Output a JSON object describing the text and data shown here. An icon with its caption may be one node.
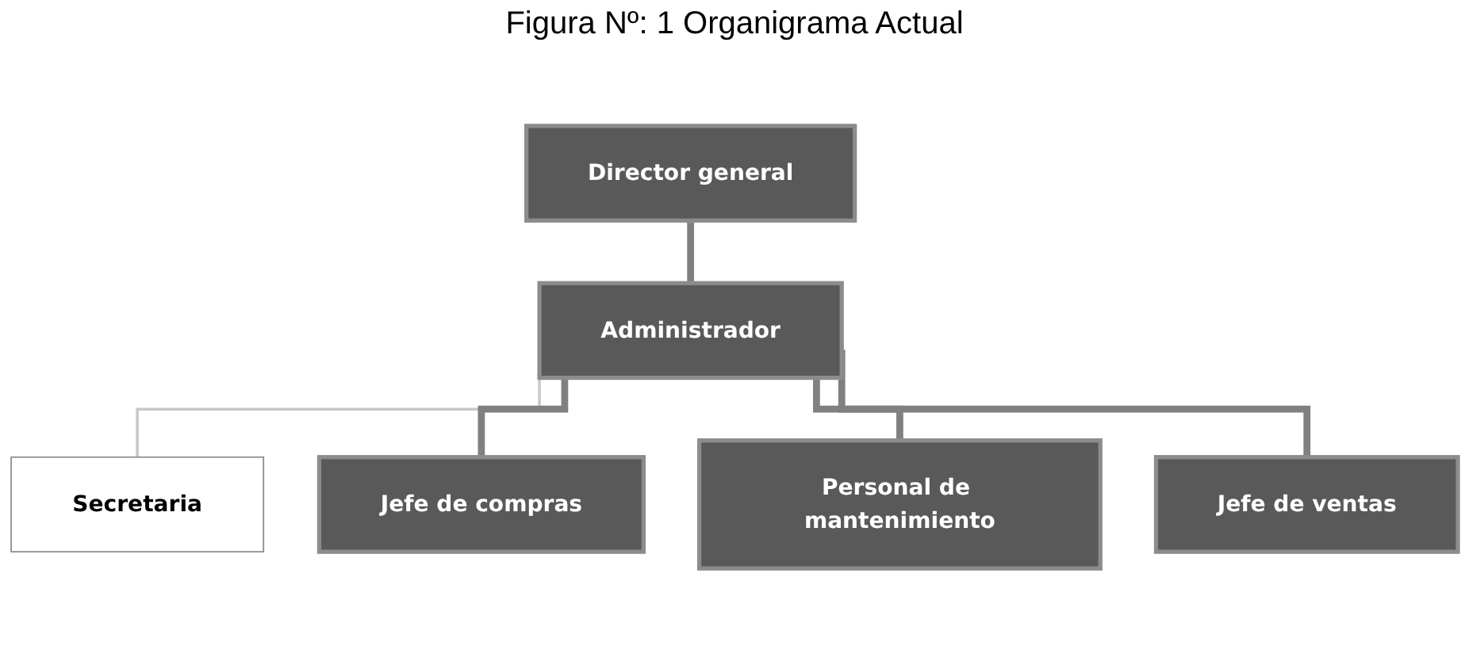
{
  "diagram": {
    "title": "Figura Nº: 1 Organigrama Actual",
    "nodes": [
      {
        "text": [
          "Director general"
        ]
      },
      {
        "text": [
          "Administrador"
        ]
      },
      {
        "text": [
          "Secretaria"
        ]
      },
      {
        "text": [
          "Jefe de compras"
        ]
      },
      {
        "text": [
          "Personal de mantenimiento"
        ]
      },
      {
        "text": [
          "Jefe de ventas"
        ]
      }
    ],
    "edges": [
      {
        "from": 0,
        "to": 1,
        "arrow": "none"
      },
      {
        "from": 1,
        "to": 2,
        "arrow": "none",
        "color": "#c8c8c8"
      },
      {
        "from": 1,
        "to": 3,
        "arrow": "none"
      },
      {
        "from": 1,
        "to": 4,
        "arrow": "none"
      },
      {
        "from": 1,
        "to": 5,
        "arrow": "none"
      }
    ]
  }
}
